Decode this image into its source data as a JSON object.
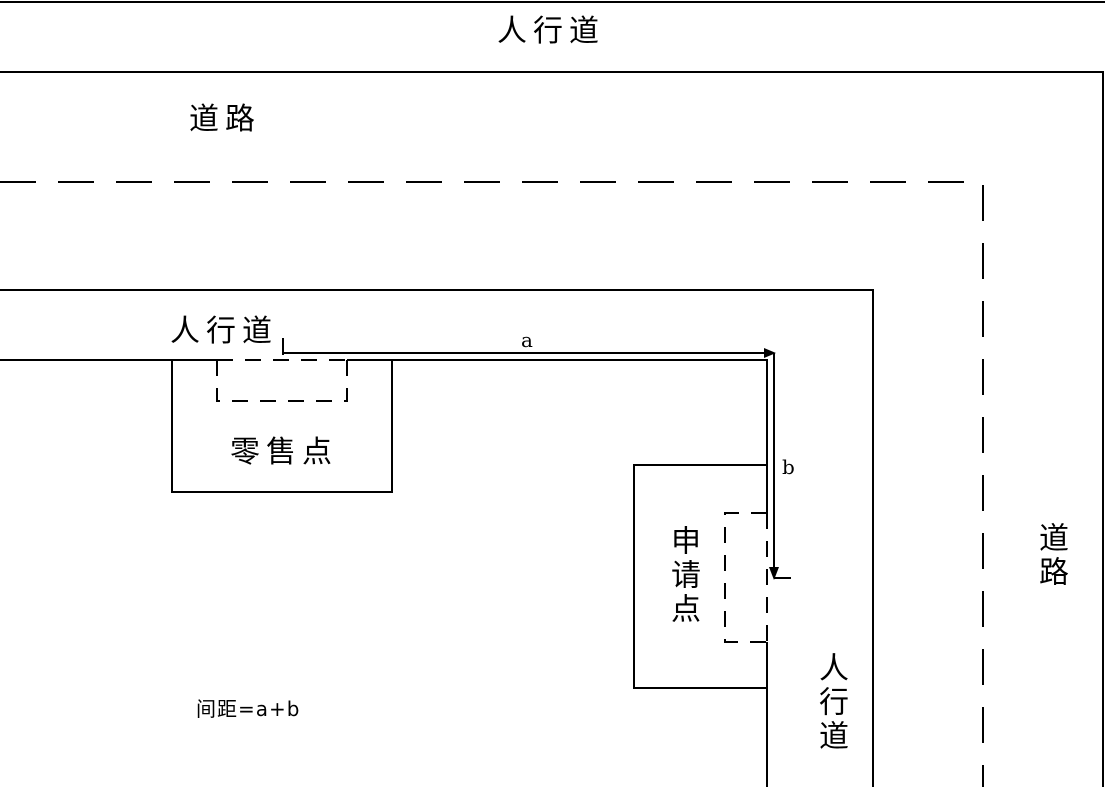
{
  "labels": {
    "top_sidewalk": "人行道",
    "top_road": "道路",
    "inner_sidewalk": "人行道",
    "retail_point": "零售点",
    "application_point": "申请点",
    "right_sidewalk": "人行道",
    "right_road": "道路",
    "distance_a": "a",
    "distance_b": "b",
    "formula": "间距=a+b"
  },
  "colors": {
    "line": "#000000",
    "background": "#ffffff"
  }
}
